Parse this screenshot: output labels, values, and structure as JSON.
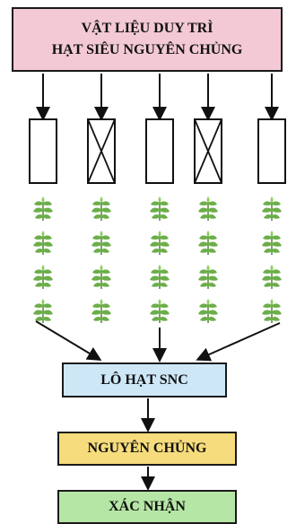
{
  "top_box": {
    "line1": "VẬT LIỆU DUY TRÌ",
    "line2": "HẠT SIÊU NGUYÊN CHỦNG"
  },
  "lot_box": {
    "label": "LÔ HẠT SNC"
  },
  "cert_box": {
    "label": "NGUYÊN CHỦNG"
  },
  "confirm_box": {
    "label": "XÁC NHẬN"
  },
  "lines": [
    {
      "status": "kept"
    },
    {
      "status": "rejected"
    },
    {
      "status": "kept"
    },
    {
      "status": "rejected"
    },
    {
      "status": "kept"
    }
  ],
  "plants_per_line": 4,
  "colors": {
    "top": "#f2c9d4",
    "lot": "#cde7f7",
    "cert": "#f6dc7c",
    "confirm": "#b6e6a5",
    "plant": "#6cae4a"
  }
}
